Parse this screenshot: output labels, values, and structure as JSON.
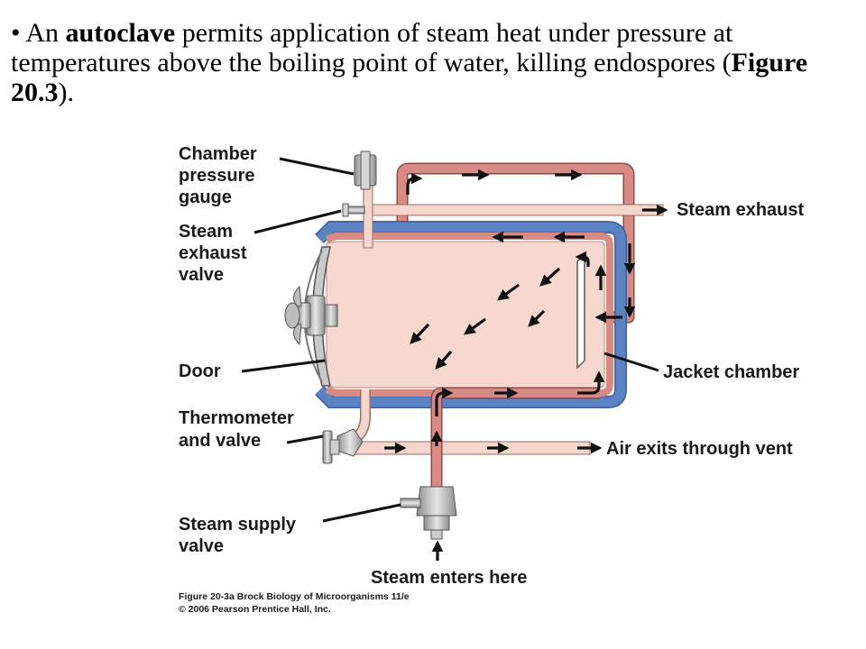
{
  "bullet": {
    "marker": "•",
    "pre": "An ",
    "term": "autoclave",
    "mid": " permits application of steam heat under pressure at temperatures above the boiling point of water, killing endospores (",
    "figure_ref": "Figure 20.3",
    "post": ")."
  },
  "labels": {
    "gauge": [
      "Chamber",
      "pressure",
      "gauge"
    ],
    "exhaust_valve": [
      "Steam",
      "exhaust",
      "valve"
    ],
    "door": "Door",
    "thermometer": [
      "Thermometer",
      "and valve"
    ],
    "supply_valve": [
      "Steam supply",
      "valve"
    ],
    "steam_exhaust": "Steam exhaust",
    "jacket": "Jacket chamber",
    "air_vent": "Air exits through vent",
    "steam_enters": "Steam enters here"
  },
  "caption": {
    "line1": "Figure 20-3a  Brock Biology of Microorganisms 11/e",
    "line2": "© 2006 Pearson Prentice Hall, Inc."
  },
  "colors": {
    "jacket_blue": "#5b83c4",
    "steam_pipe": "#d88a84",
    "chamber_fill": "#f6d8cf",
    "pipe_light": "#f5d6cc",
    "metal_gray": "#b8b8b8"
  }
}
